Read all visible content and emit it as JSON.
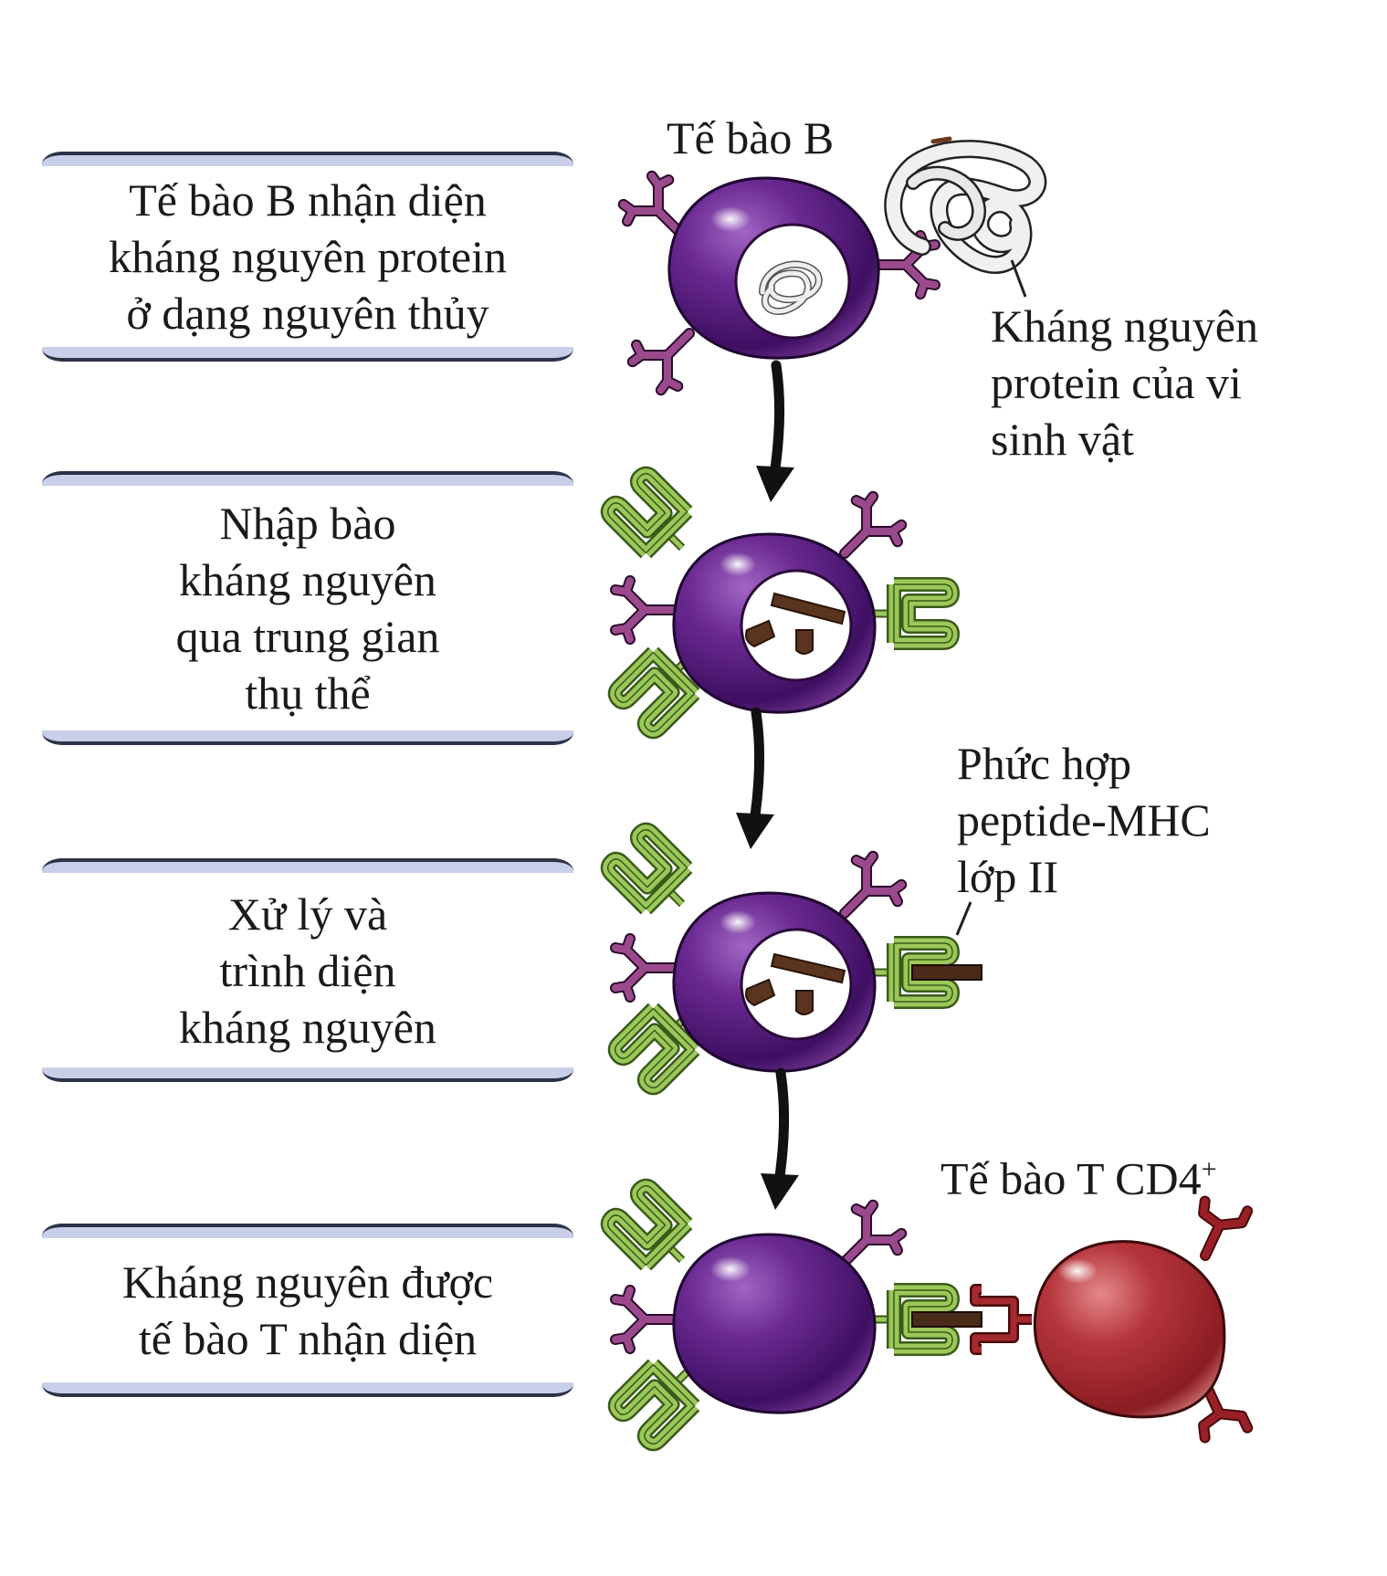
{
  "steps": [
    {
      "lines": [
        "Tế bào B nhận diện",
        "kháng nguyên protein",
        "ở dạng nguyên thủy"
      ]
    },
    {
      "lines": [
        "Nhập bào",
        "kháng nguyên",
        "qua trung gian",
        "thụ thể"
      ]
    },
    {
      "lines": [
        "Xử lý và",
        "trình diện",
        "kháng nguyên"
      ]
    },
    {
      "lines": [
        "Kháng nguyên được",
        "tế bào T nhận diện"
      ]
    }
  ],
  "labels": {
    "b_cell": "Tế bào B",
    "antigen": [
      "Kháng nguyên",
      "protein của vi",
      "sinh vật"
    ],
    "mhc_complex": [
      "Phức hợp",
      "peptide-MHC",
      "lớp II"
    ],
    "t_cell": "Tế bào T CD4",
    "t_cell_sup": "+"
  },
  "colors": {
    "b_cell": "#6a2a8a",
    "b_cell_dark": "#3f0f5e",
    "bcr": "#8a3f7e",
    "mhc": "#8fbf4a",
    "peptide": "#4a2a18",
    "t_cell": "#b03036",
    "tcr": "#8a1c22",
    "box_bar": "#c9cfe9",
    "box_edge": "#2d3347"
  }
}
